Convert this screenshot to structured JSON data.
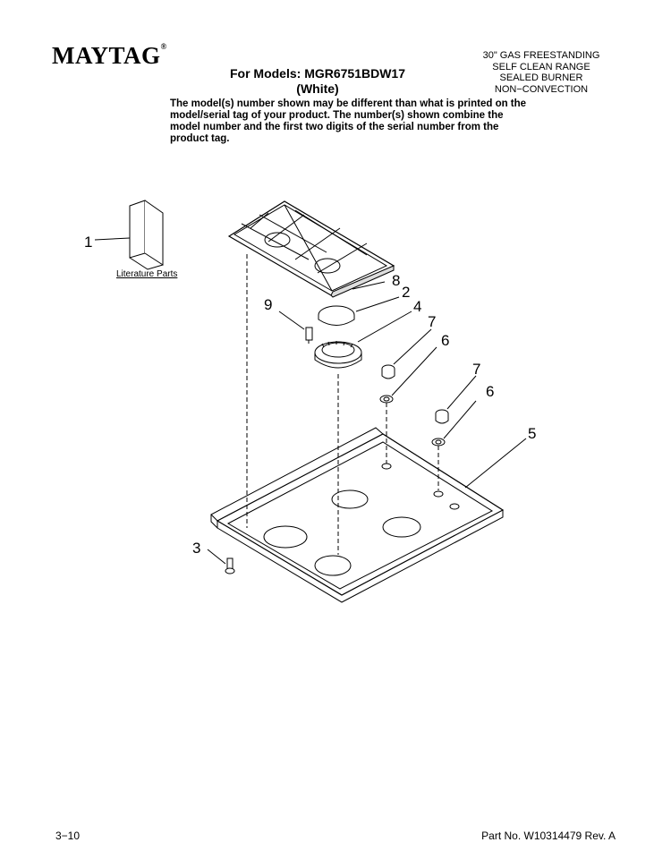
{
  "header": {
    "brand": "MAYTAG",
    "brand_mark": "®",
    "models_line": "For Models: MGR6751BDW17",
    "color_line": "(White)",
    "product_lines": [
      "30\" GAS FREESTANDING",
      "SELF CLEAN RANGE",
      "SEALED BURNER",
      "NON−CONVECTION"
    ],
    "note": "The model(s) number shown may be different than what is printed on the model/serial tag of your product. The number(s) shown combine the model number and the first two digits of the serial number from the product tag."
  },
  "diagram": {
    "literature_label": "Literature Parts",
    "callouts": [
      "1",
      "8",
      "2",
      "9",
      "4",
      "7",
      "6",
      "7",
      "6",
      "5",
      "3"
    ]
  },
  "footer": {
    "page": "3−10",
    "part_number": "Part No. W10314479 Rev. A"
  }
}
